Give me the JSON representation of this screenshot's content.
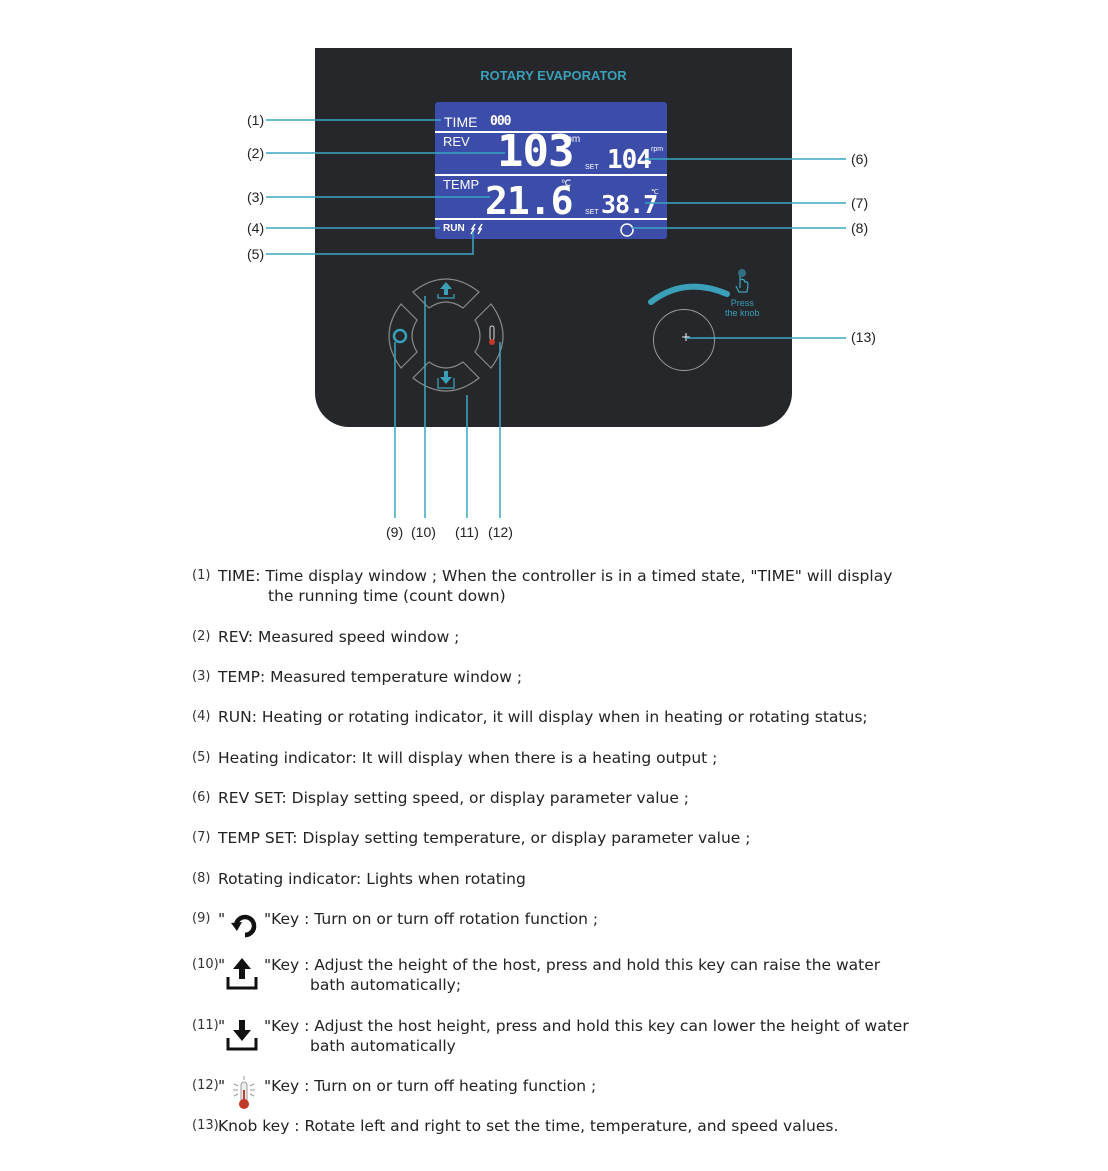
{
  "panel": {
    "title": "ROTARY EVAPORATOR",
    "lcd": {
      "time_label": "TIME",
      "time_value": "000",
      "rev_label": "REV",
      "rev_value": "103",
      "rev_unit": "rpm",
      "rev_set_label": "SET",
      "rev_set_value": "104",
      "rev_set_unit": "rpm",
      "temp_label": "TEMP",
      "temp_value": "21.6",
      "temp_unit": "℃",
      "temp_set_label": "SET",
      "temp_set_value": "38.7",
      "temp_set_unit": "℃",
      "run_label": "RUN"
    },
    "press_hint_line1": "Press",
    "press_hint_line2": "the knob",
    "knob_symbol": "+"
  },
  "callouts": {
    "c1": "(1)",
    "c2": "(2)",
    "c3": "(3)",
    "c4": "(4)",
    "c5": "(5)",
    "c6": "(6)",
    "c7": "(7)",
    "c8": "(8)",
    "c9": "(9)",
    "c10": "(10)",
    "c11": "(11)",
    "c12": "(12)",
    "c13": "(13)"
  },
  "legend": [
    {
      "num": "(1)",
      "text": "TIME: Time display window ; When the controller is in a timed state, \"TIME\" will display",
      "text2": "the running time (count down)"
    },
    {
      "num": "(2)",
      "text": "REV: Measured speed window ;"
    },
    {
      "num": "(3)",
      "text": "TEMP: Measured temperature window ;"
    },
    {
      "num": "(4)",
      "text": "RUN: Heating or rotating indicator, it will display when in heating or rotating status;"
    },
    {
      "num": "(5)",
      "text": "Heating indicator: It will display when there is a heating output ;"
    },
    {
      "num": "(6)",
      "text": "REV SET: Display setting speed, or display parameter value ;"
    },
    {
      "num": "(7)",
      "text": "TEMP SET: Display setting temperature, or display parameter value ;"
    },
    {
      "num": "(8)",
      "text": "Rotating indicator: Lights when rotating"
    },
    {
      "num": "(9)",
      "quote_open": "\"",
      "text": "\"Key : Turn on or turn off rotation function ;",
      "icon": "rotate-icon"
    },
    {
      "num": "(10)",
      "quote_open": "\"",
      "text": "\"Key : Adjust the height of the host, press and hold this key can raise the water",
      "text2": "bath automatically;",
      "icon": "upload-arrow-icon"
    },
    {
      "num": "(11)",
      "quote_open": "\"",
      "text": "\"Key : Adjust the host height, press and hold this key can lower the height of water",
      "text2": "bath automatically",
      "icon": "download-arrow-icon"
    },
    {
      "num": "(12)",
      "quote_open": "\"",
      "text": "\"Key : Turn on or turn off heating function ;",
      "icon": "thermometer-icon"
    },
    {
      "num": "(13)",
      "text": "Knob key : Rotate left and right to set the time, temperature, and speed values."
    }
  ],
  "colors": {
    "panel_bg": "#26272b",
    "lcd_bg": "#3c4ca9",
    "accent": "#3a9fb8",
    "thermometer_red": "#c0392b"
  }
}
